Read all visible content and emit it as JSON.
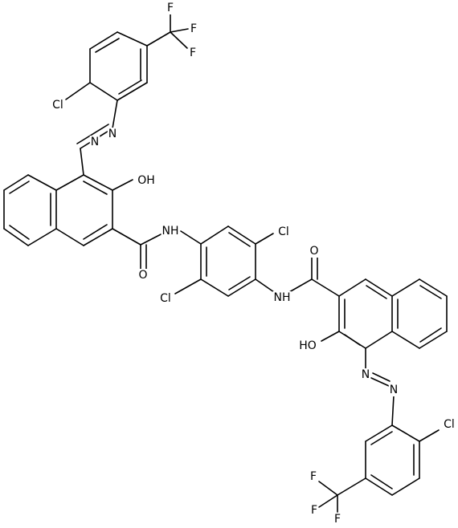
{
  "labels": {
    "f1": "F",
    "f2": "F",
    "f3": "F",
    "cl_top": "Cl",
    "n_top_a": "N",
    "n_top_b": "N",
    "oh_left": "OH",
    "nh_left": "NH",
    "o_left": "O",
    "cl_mid_right": "Cl",
    "cl_mid_left": "Cl",
    "nh_right": "NH",
    "o_right": "O",
    "oh_right": "HO",
    "n_bot_a": "N",
    "n_bot_b": "N",
    "cl_bottom": "Cl",
    "f4": "F",
    "f5": "F",
    "f6": "F"
  }
}
